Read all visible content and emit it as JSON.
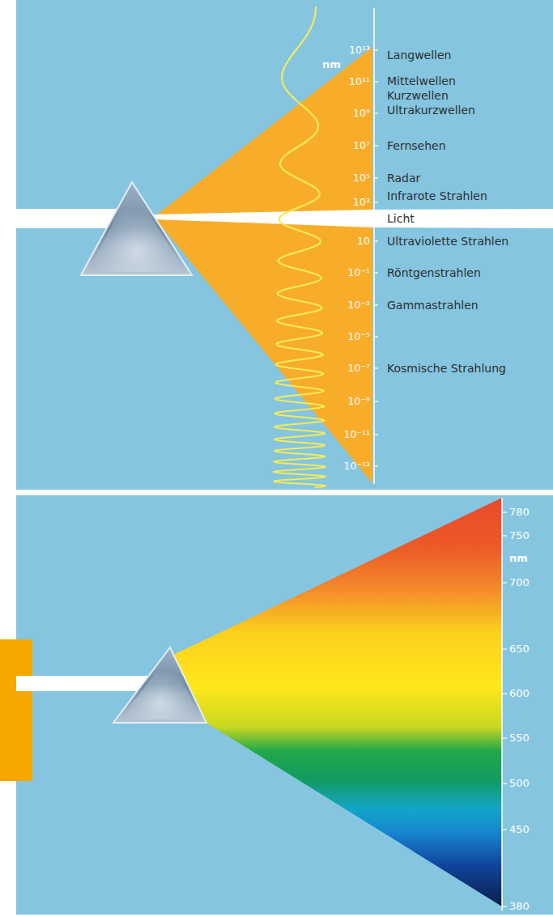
{
  "diagram": {
    "labels": [
      "nm",
      "10¹³",
      "10¹¹",
      "10⁹",
      "10⁷",
      "10⁵",
      "10³",
      "10",
      "10⁻¹",
      "10⁻³",
      "10⁻⁵",
      "10⁻⁷",
      "10⁻⁹",
      "10⁻¹¹",
      "10⁻¹³",
      "Langwellen",
      "Mittelwellen",
      "Kurzwellen",
      "Ultrakurzwellen",
      "Fernsehen",
      "Radar",
      "Infrarote Strahlen",
      "Licht",
      "Ultraviolette Strahlen",
      "Röntgenstrahlen",
      "Gammastrahlen",
      "Kosmische Strahlung",
      "780",
      "750",
      "nm",
      "700",
      "650",
      "600",
      "550",
      "500",
      "450",
      "380"
    ]
  }
}
